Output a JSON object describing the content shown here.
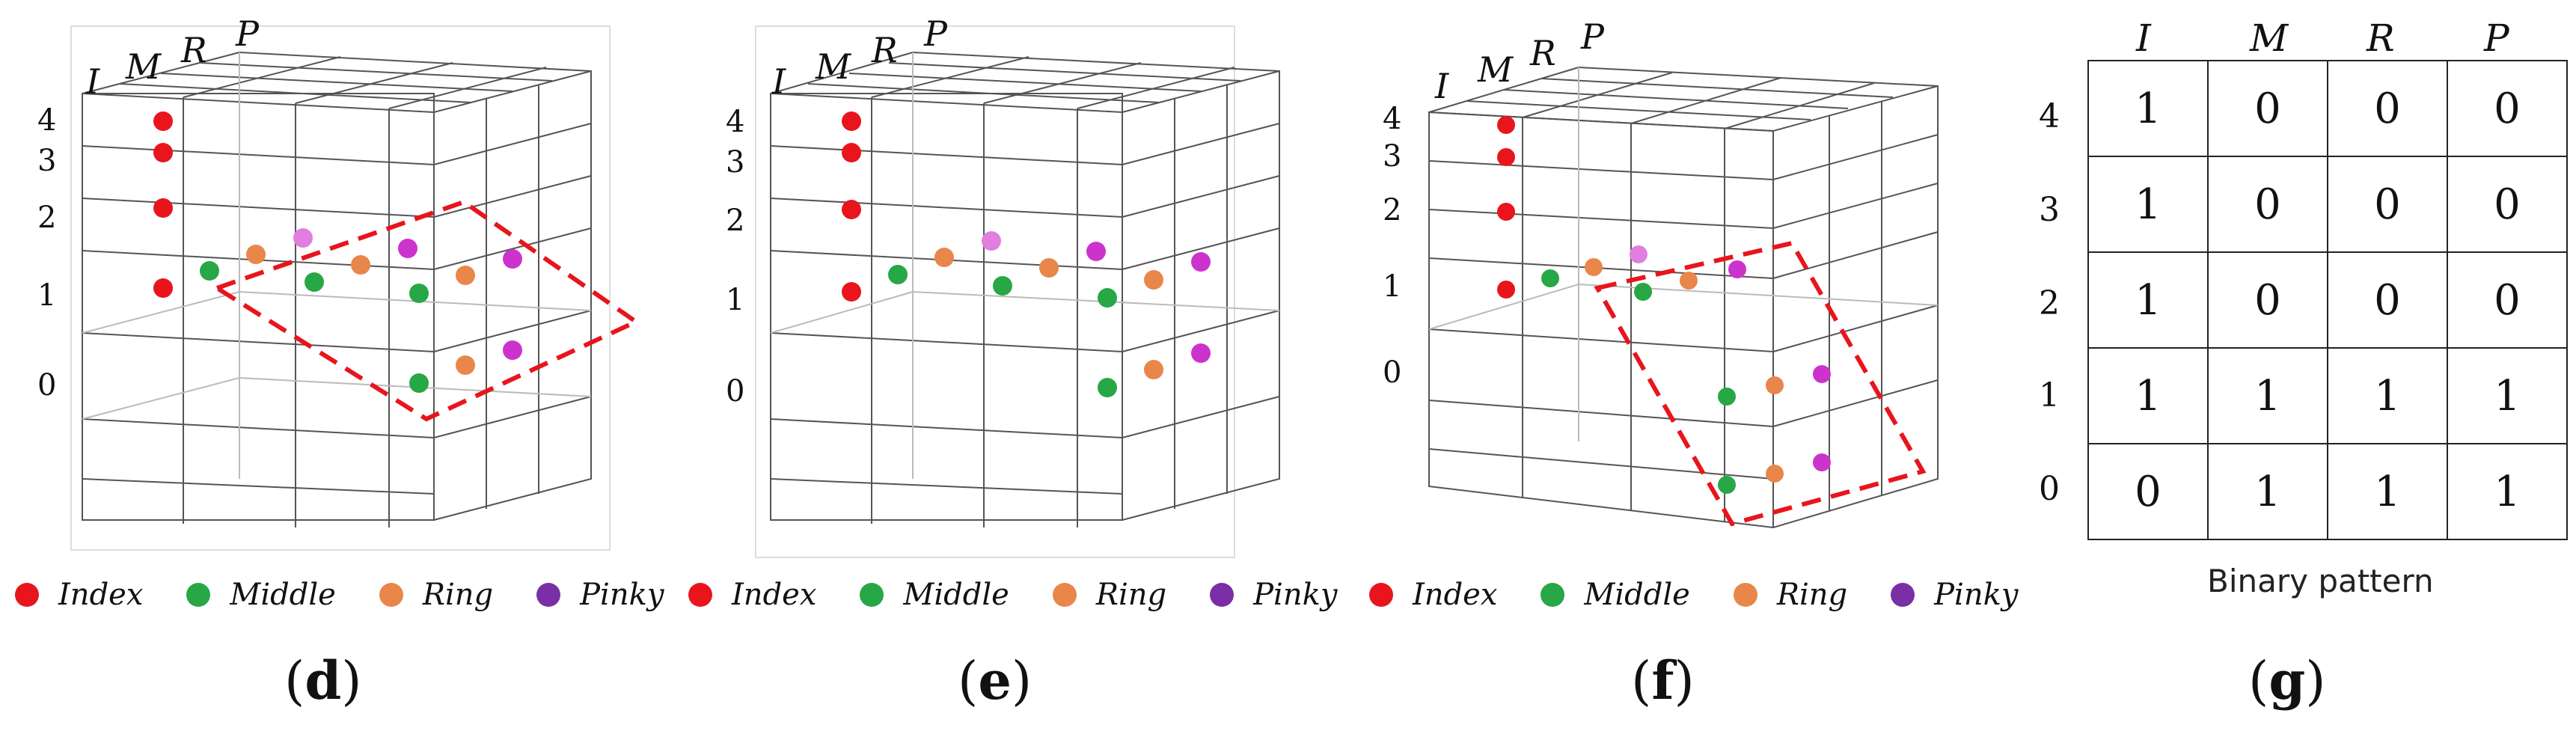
{
  "colors": {
    "index": "#e8151c",
    "middle": "#27a745",
    "ring": "#e9864a",
    "pinky": "#cc33cc",
    "pinky_legend": "#7a2fa6",
    "selection": "#e8151c",
    "grid": "#555555"
  },
  "axis_letters": [
    "I",
    "M",
    "R",
    "P"
  ],
  "row_numbers": [
    "4",
    "3",
    "2",
    "1",
    "0"
  ],
  "legend": [
    {
      "label": "Index",
      "color_key": "index"
    },
    {
      "label": "Middle",
      "color_key": "middle"
    },
    {
      "label": "Ring",
      "color_key": "ring"
    },
    {
      "label": "Pinky",
      "color_key": "pinky_legend"
    }
  ],
  "panels": [
    {
      "id": "d",
      "caption": "d",
      "has_selection": true
    },
    {
      "id": "e",
      "caption": "e",
      "has_selection": false
    },
    {
      "id": "f",
      "caption": "f",
      "has_selection": true
    }
  ],
  "binary_pattern": {
    "caption": "g",
    "label": "Binary pattern",
    "columns": [
      "I",
      "M",
      "R",
      "P"
    ],
    "rows": [
      {
        "row": "4",
        "values": [
          "1",
          "0",
          "0",
          "0"
        ]
      },
      {
        "row": "3",
        "values": [
          "1",
          "0",
          "0",
          "0"
        ]
      },
      {
        "row": "2",
        "values": [
          "1",
          "0",
          "0",
          "0"
        ]
      },
      {
        "row": "1",
        "values": [
          "1",
          "1",
          "1",
          "1"
        ]
      },
      {
        "row": "0",
        "values": [
          "0",
          "1",
          "1",
          "1"
        ]
      }
    ]
  }
}
